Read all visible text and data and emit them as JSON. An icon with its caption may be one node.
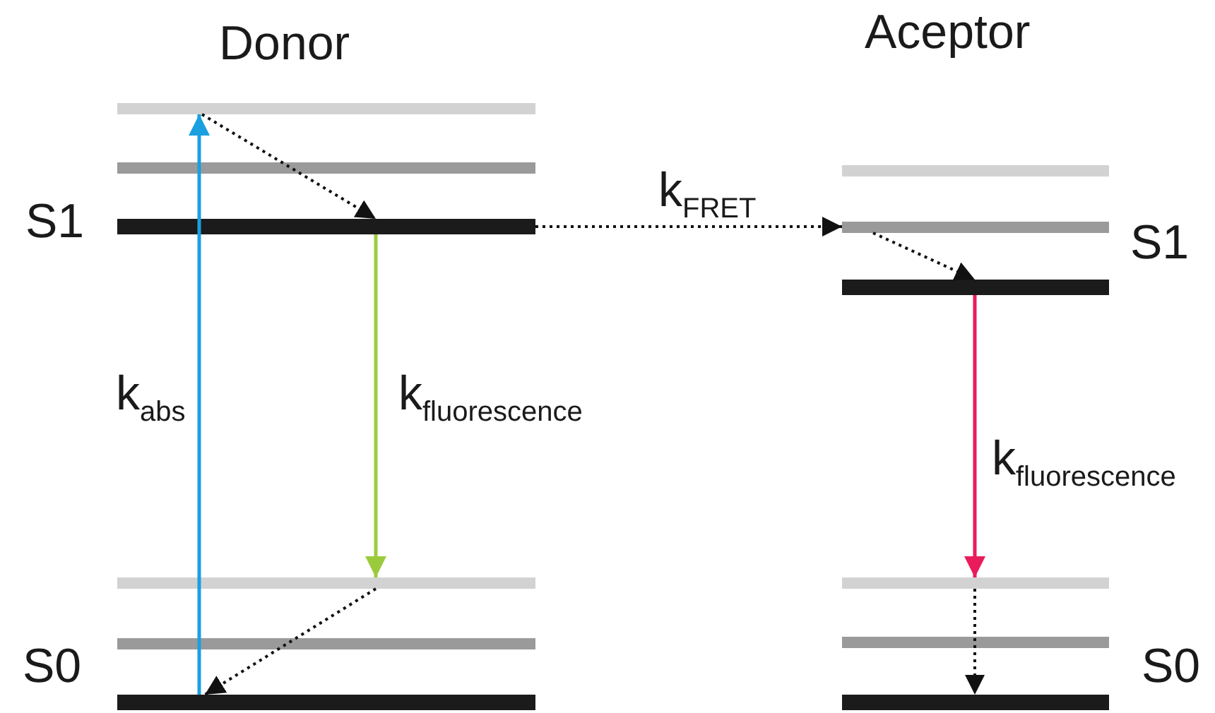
{
  "diagram": {
    "nodes": [
      {
        "text": [],
        "shape": "bar"
      },
      {
        "text": [],
        "shape": "bar"
      },
      {
        "text": [],
        "shape": "bar"
      },
      {
        "text": [],
        "shape": "bar"
      },
      {
        "text": [],
        "shape": "bar"
      },
      {
        "text": [],
        "shape": "bar"
      },
      {
        "text": [],
        "shape": "bar"
      },
      {
        "text": [],
        "shape": "bar"
      },
      {
        "text": [],
        "shape": "bar"
      },
      {
        "text": [],
        "shape": "bar"
      },
      {
        "text": [],
        "shape": "bar"
      },
      {
        "text": [],
        "shape": "bar"
      }
    ],
    "edges": [
      {
        "from": 5,
        "to": 0,
        "arrow": "to",
        "label": "k$_{abs}$",
        "color": "#1a9fe0"
      },
      {
        "from": 0,
        "to": 2,
        "arrow": "to",
        "style": "dashed"
      },
      {
        "from": 2,
        "to": 3,
        "arrow": "to",
        "label": "k$_{fluorescence}$",
        "color": "#9bcb3c"
      },
      {
        "from": 3,
        "to": 5,
        "arrow": "to",
        "style": "dashed"
      },
      {
        "from": 2,
        "to": 7,
        "arrow": "to",
        "label": "k$_{FRET}$",
        "style": "dashed"
      },
      {
        "from": 7,
        "to": 8,
        "arrow": "to",
        "style": "dashed"
      },
      {
        "from": 8,
        "to": 9,
        "arrow": "to",
        "label": "k$_{fluorescence}$",
        "color": "#ea1b5b"
      },
      {
        "from": 9,
        "to": 11,
        "arrow": "to",
        "style": "dashed"
      }
    ],
    "labels": [
      "Donor",
      "S1",
      "S0",
      "Aceptor",
      "S1",
      "S0"
    ]
  }
}
